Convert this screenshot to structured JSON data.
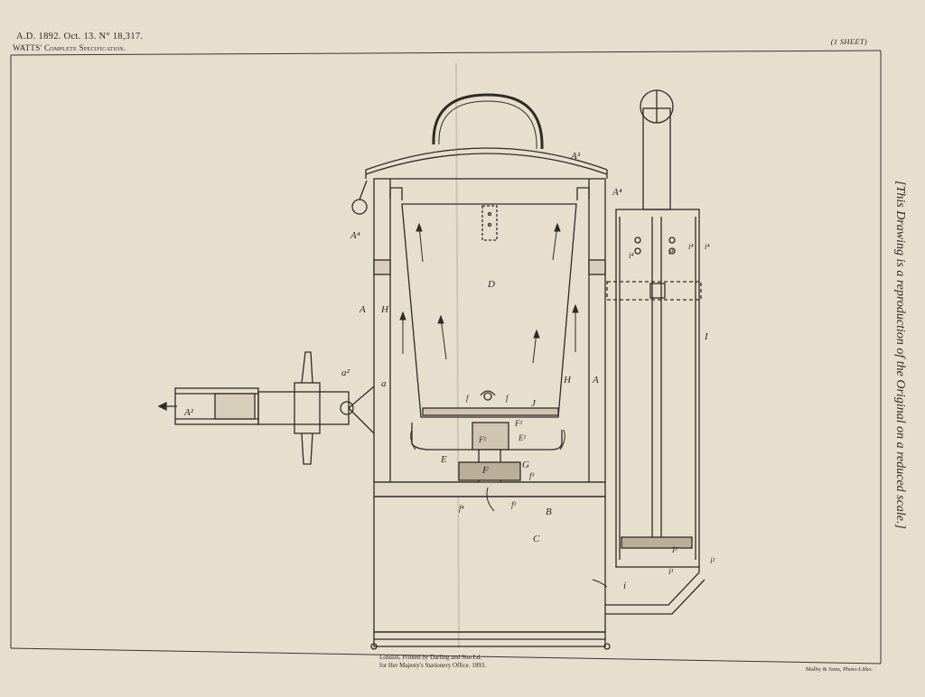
{
  "header": {
    "line1": "A.D. 1892. Oct. 13. N° 18,317.",
    "line2": "WATTS' Complete Specification.",
    "sheet": "(1 SHEET)"
  },
  "side_note": "[This Drawing is a reproduction of the Original on a reduced scale.]",
  "footer": {
    "printer_line1": "London, Printed by Darling and Son Ld.",
    "printer_line2": "for Her Majesty's Stationery Office. 1893.",
    "litho": "Malby & Sons, Photo-Litho."
  },
  "labels": {
    "A": "A",
    "A2": "A²",
    "A3": "A³",
    "A4": "A⁴",
    "a": "a",
    "a2": "a²",
    "B": "B",
    "C": "C",
    "D": "D",
    "E": "E",
    "E2": "E²",
    "F": "F",
    "F2": "F²",
    "f": "f",
    "f2": "f²",
    "f3": "f³",
    "f4": "f⁴",
    "G": "G",
    "H": "H",
    "I": "I",
    "I2": "I²",
    "i": "i",
    "i2": "i²",
    "i3": "i³",
    "i4": "i⁴",
    "J": "J"
  }
}
